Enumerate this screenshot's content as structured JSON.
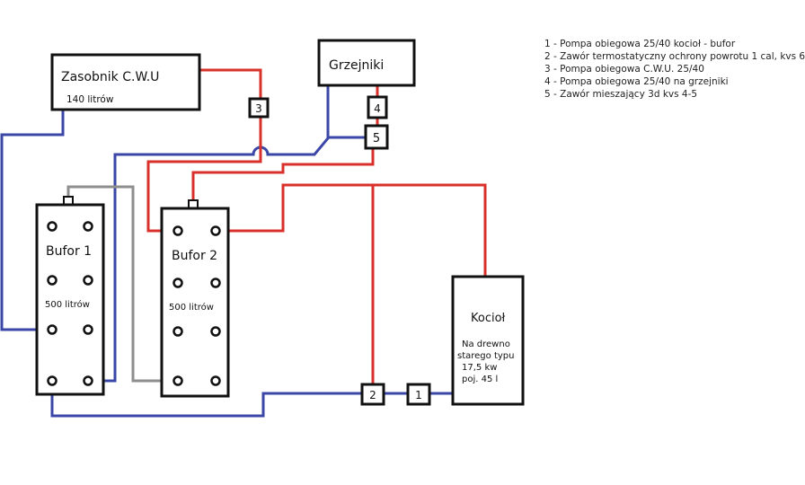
{
  "colors": {
    "hot": "#d9302b",
    "cold": "#3b47a6",
    "gray": "#8e8e8e",
    "outline": "#111111"
  },
  "tank_cwu": {
    "title": "Zasobnik C.W.U",
    "volume": "140 litrów"
  },
  "radiators": {
    "title": "Grzejniki"
  },
  "buffer1": {
    "title": "Bufor 1",
    "volume": "500 litrów"
  },
  "buffer2": {
    "title": "Bufor 2",
    "volume": "500 litrów"
  },
  "boiler": {
    "title": "Kocioł",
    "details": [
      "Na drewno",
      "starego typu",
      "17,5 kw",
      "poj. 45 l"
    ]
  },
  "components": {
    "c1": "1",
    "c2": "2",
    "c3": "3",
    "c4": "4",
    "c5": "5"
  },
  "legend": [
    "1 - Pompa obiegowa 25/40 kocioł - bufor",
    "2 - Zawór termostatyczny ochrony powrotu 1 cal, kvs 6",
    "3 - Pompa obiegowa C.W.U. 25/40",
    "4 - Pompa obiegowa 25/40 na grzejniki",
    "5 - Zawór mieszający 3d kvs 4-5"
  ]
}
